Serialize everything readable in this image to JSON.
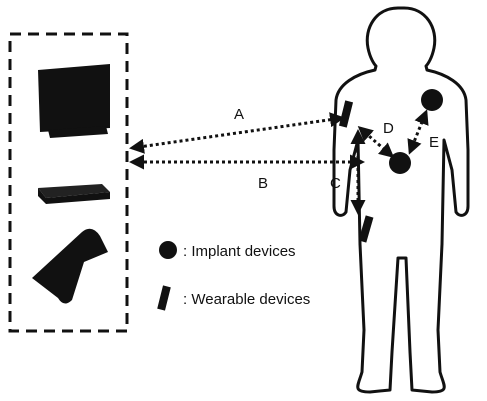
{
  "labels": {
    "a": "A",
    "b": "B",
    "c": "C",
    "d": "D",
    "e": "E"
  },
  "legend": {
    "implant": ": Implant devices",
    "wearable": ": Wearable devices"
  },
  "colors": {
    "ink": "#111111",
    "background": "#ffffff"
  }
}
